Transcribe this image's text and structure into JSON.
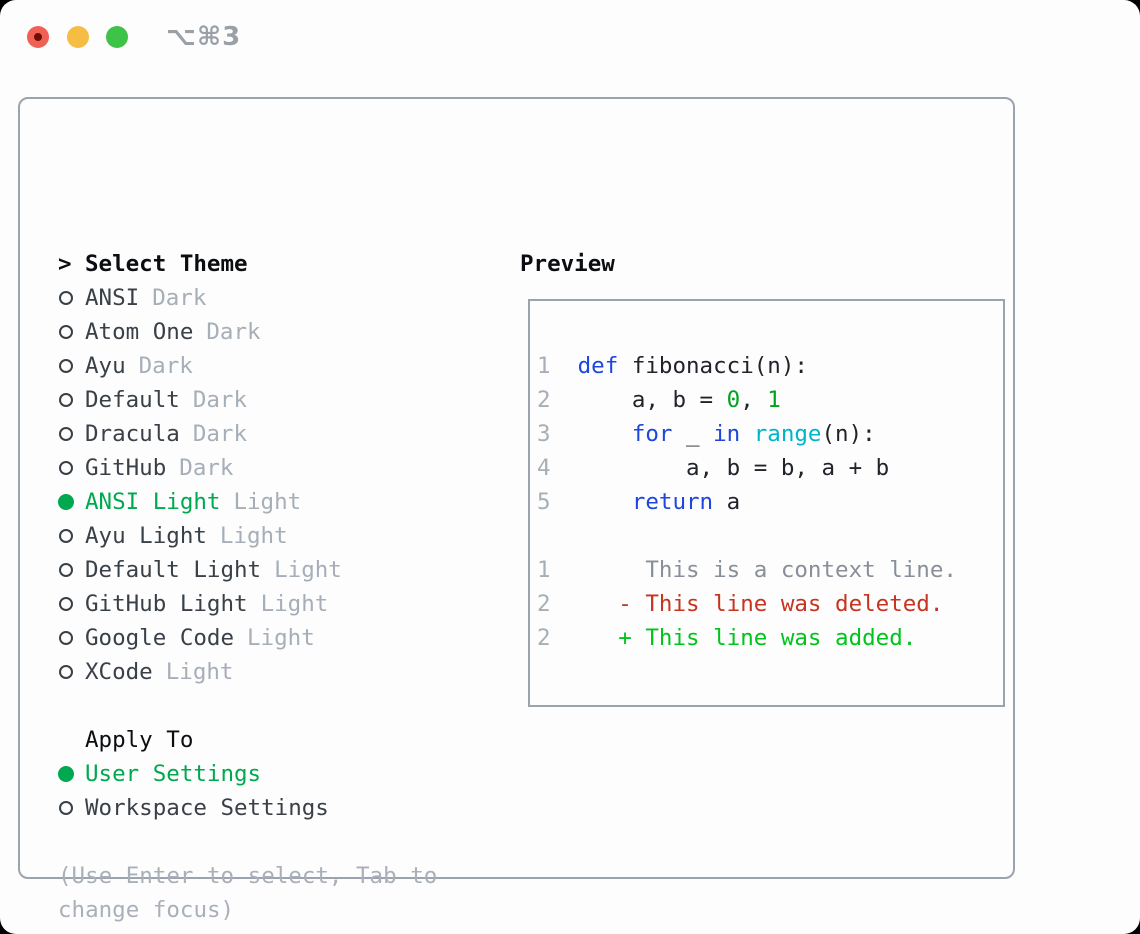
{
  "titlebar": {
    "shortcut": "⌥⌘3",
    "buttons": [
      "close",
      "minimize",
      "maximize"
    ]
  },
  "theme_panel": {
    "title_prefix": ">",
    "title": "Select Theme",
    "themes": [
      {
        "name": "ANSI",
        "tag": "Dark",
        "selected": false
      },
      {
        "name": "Atom One",
        "tag": "Dark",
        "selected": false
      },
      {
        "name": "Ayu",
        "tag": "Dark",
        "selected": false
      },
      {
        "name": "Default",
        "tag": "Dark",
        "selected": false
      },
      {
        "name": "Dracula",
        "tag": "Dark",
        "selected": false
      },
      {
        "name": "GitHub",
        "tag": "Dark",
        "selected": false
      },
      {
        "name": "ANSI Light",
        "tag": "Light",
        "selected": true
      },
      {
        "name": "Ayu Light",
        "tag": "Light",
        "selected": false
      },
      {
        "name": "Default Light",
        "tag": "Light",
        "selected": false
      },
      {
        "name": "GitHub Light",
        "tag": "Light",
        "selected": false
      },
      {
        "name": "Google Code",
        "tag": "Light",
        "selected": false
      },
      {
        "name": "XCode",
        "tag": "Light",
        "selected": false
      }
    ],
    "apply_to": {
      "title": "Apply To",
      "options": [
        {
          "name": "User Settings",
          "selected": true
        },
        {
          "name": "Workspace Settings",
          "selected": false
        }
      ]
    },
    "hint_lines": [
      "(Use Enter to select, Tab to",
      "change focus)"
    ]
  },
  "preview": {
    "title": "Preview",
    "lines": [
      {
        "num": "1",
        "tokens": [
          {
            "t": "def",
            "c": "kw"
          },
          {
            "t": " fibonacci(n):",
            "c": "pl"
          }
        ]
      },
      {
        "num": "2",
        "tokens": [
          {
            "t": "    a, b = ",
            "c": "pl"
          },
          {
            "t": "0",
            "c": "nm"
          },
          {
            "t": ", ",
            "c": "pl"
          },
          {
            "t": "1",
            "c": "nm"
          }
        ]
      },
      {
        "num": "3",
        "tokens": [
          {
            "t": "    ",
            "c": "pl"
          },
          {
            "t": "for",
            "c": "kw"
          },
          {
            "t": " _ ",
            "c": "pl"
          },
          {
            "t": "in",
            "c": "kw"
          },
          {
            "t": " ",
            "c": "pl"
          },
          {
            "t": "range",
            "c": "bi"
          },
          {
            "t": "(n):",
            "c": "pl"
          }
        ]
      },
      {
        "num": "4",
        "tokens": [
          {
            "t": "        a, b = b, a + b",
            "c": "pl"
          }
        ]
      },
      {
        "num": "5",
        "tokens": [
          {
            "t": "    ",
            "c": "pl"
          },
          {
            "t": "return",
            "c": "kw"
          },
          {
            "t": " a",
            "c": "pl"
          }
        ]
      },
      {
        "num": "",
        "tokens": []
      },
      {
        "num": "1",
        "tokens": [
          {
            "t": "     This is a context line.",
            "c": "ctx"
          }
        ]
      },
      {
        "num": "2",
        "tokens": [
          {
            "t": "   - This line was deleted.",
            "c": "del"
          }
        ]
      },
      {
        "num": "2",
        "tokens": [
          {
            "t": "   + This line was added.",
            "c": "add"
          }
        ]
      }
    ]
  },
  "colors": {
    "border": "#9aa3ae",
    "text": "#3a4047",
    "muted": "#a6aeb8",
    "muted2": "#9aa0a7",
    "hint": "#a9b0ba",
    "selected": "#00a94f",
    "keyword": "#1d45df",
    "builtin": "#00b5c8",
    "number": "#00a41c",
    "code-text": "#20242a",
    "linenum": "#a6aeb8",
    "context": "#898f98",
    "deleted": "#c63420",
    "added": "#00c31c",
    "tl-red": "#f16055",
    "tl-red-dot": "#6e0d06",
    "tl-yellow": "#f6bd45",
    "tl-green": "#3ec248"
  }
}
